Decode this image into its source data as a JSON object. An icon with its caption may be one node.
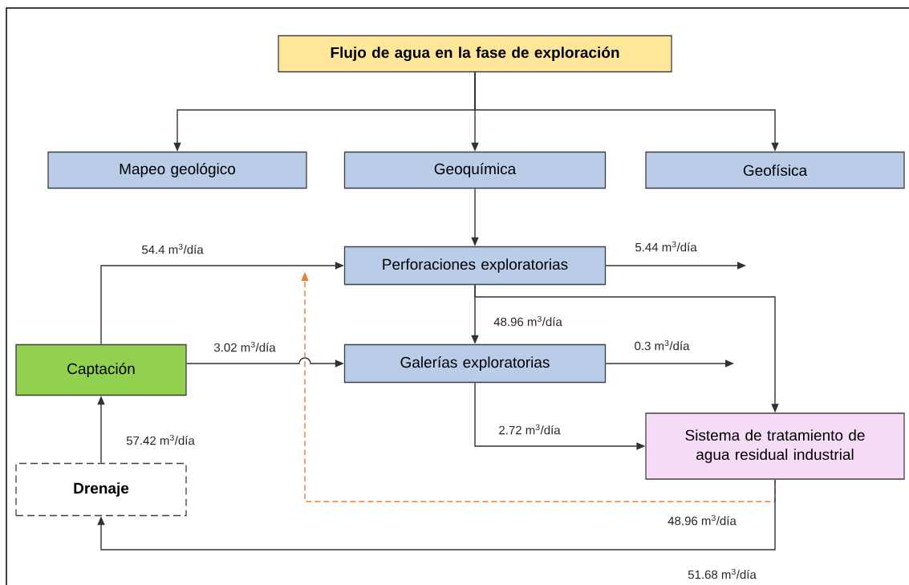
{
  "diagram": {
    "nodes": [
      {
        "text": [
          "Flujo de agua en la fase de exploración"
        ]
      },
      {
        "text": [
          "Mapeo geológico"
        ]
      },
      {
        "text": [
          "Geoquímica"
        ]
      },
      {
        "text": [
          "Geofísica"
        ]
      },
      {
        "text": [
          "Perforaciones exploratorias"
        ]
      },
      {
        "text": [
          "Captación"
        ]
      },
      {
        "text": [
          "Galerías exploratorias"
        ]
      },
      {
        "text": [
          "Sistema de tratamiento de agua residual industrial"
        ]
      },
      {
        "text": [
          "Drenaje"
        ]
      }
    ],
    "edges": [
      {
        "from": 0,
        "to": 1,
        "arrow": "to"
      },
      {
        "from": 0,
        "to": 2,
        "arrow": "to"
      },
      {
        "from": 0,
        "to": 3,
        "arrow": "to"
      },
      {
        "from": 2,
        "to": 4,
        "arrow": "to"
      },
      {
        "from": 5,
        "to": 4,
        "arrow": "to",
        "label": "54.4 m$^{3}$/día"
      },
      {
        "from": 4,
        "to": null,
        "arrow": "to",
        "label": "5.44 m$^{3}$/día"
      },
      {
        "from": 4,
        "to": 6,
        "arrow": "to",
        "label": "48.96 m$^{3}$/día"
      },
      {
        "from": 4,
        "to": 7,
        "arrow": "to"
      },
      {
        "from": 5,
        "to": 6,
        "arrow": "to",
        "label": "3.02 m$^{3}$/día"
      },
      {
        "from": 6,
        "to": null,
        "arrow": "to",
        "label": "0.3 m$^{3}$/día"
      },
      {
        "from": 6,
        "to": 7,
        "arrow": "to",
        "label": "2.72 m$^{3}$/día"
      },
      {
        "from": 8,
        "to": 5,
        "arrow": "to",
        "label": "57.42 m$^{3}$/día"
      },
      {
        "from": 7,
        "to": 4,
        "arrow": "to",
        "label": "48.96 m$^{3}$/día",
        "style": "dashed",
        "color": "#ed7d31"
      },
      {
        "from": 7,
        "to": 8,
        "arrow": "to",
        "label": "51.68 m$^{3}$/día"
      }
    ]
  }
}
